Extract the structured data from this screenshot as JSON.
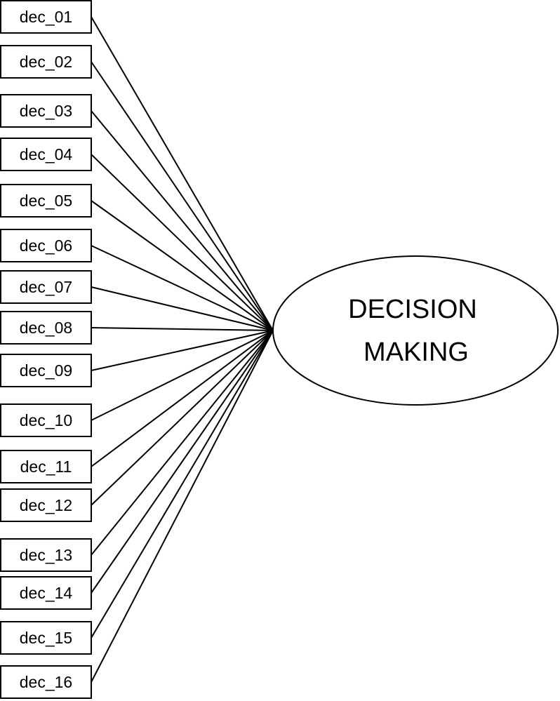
{
  "construct": {
    "label_lines": [
      "DECISION",
      "MAKING"
    ]
  },
  "indicators": [
    "dec_01",
    "dec_02",
    "dec_03",
    "dec_04",
    "dec_05",
    "dec_06",
    "dec_07",
    "dec_08",
    "dec_09",
    "dec_10",
    "dec_11",
    "dec_12",
    "dec_13",
    "dec_14",
    "dec_15",
    "dec_16"
  ],
  "colors": {
    "stroke": "#000000",
    "fill": "#ffffff"
  }
}
